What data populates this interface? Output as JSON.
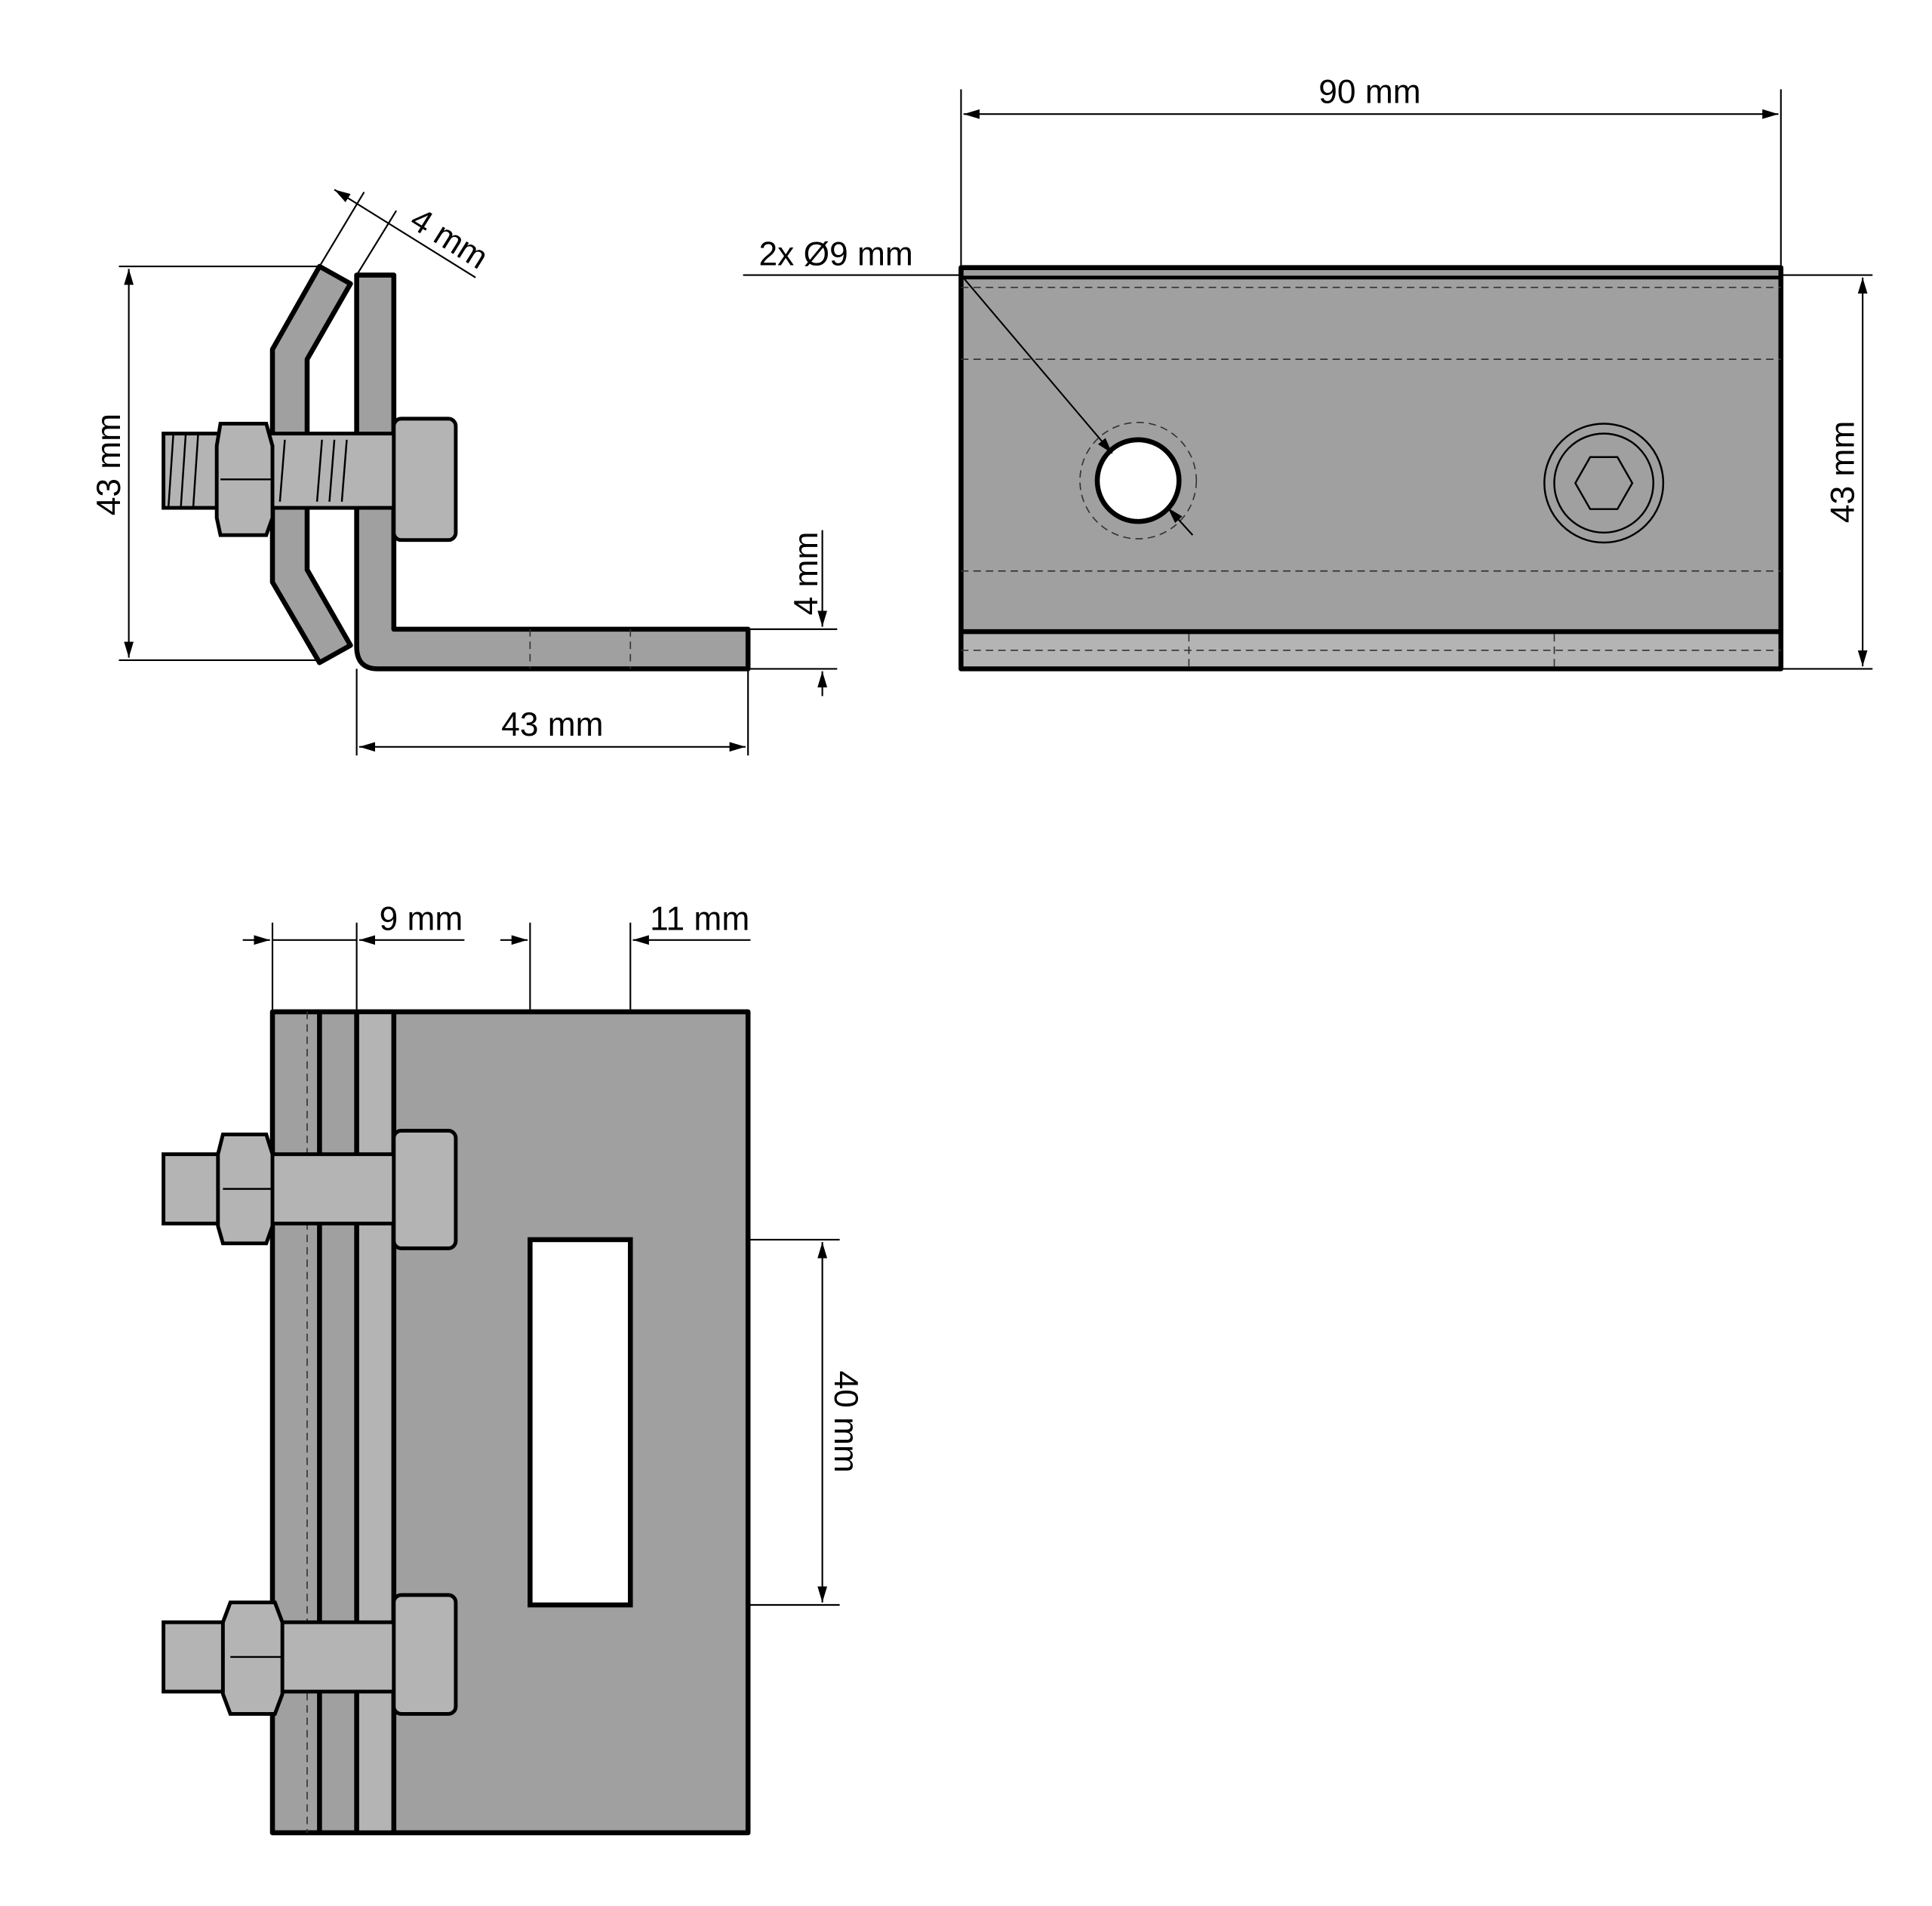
{
  "labels": {
    "width_top": "90 mm",
    "holes": "2x Ø9 mm",
    "height_left": "43 mm",
    "height_right": "43 mm",
    "length_bottom": "43 mm",
    "thickness_angled": "4 mm",
    "thickness_flange": "4 mm",
    "offset_9": "9 mm",
    "offset_11": "11 mm",
    "slot_40": "40 mm"
  },
  "colors": {
    "metal": "#a0a0a0",
    "metal_light": "#b4b4b4",
    "line": "#000000"
  }
}
